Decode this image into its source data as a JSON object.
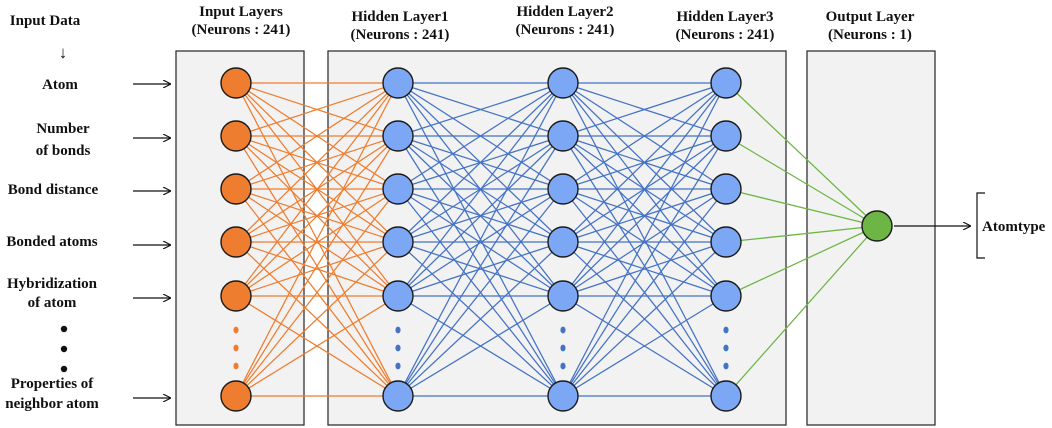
{
  "input_data_label": "Input Data",
  "inputs": [
    {
      "lines": [
        "Atom"
      ]
    },
    {
      "lines": [
        "Number",
        "of bonds"
      ]
    },
    {
      "lines": [
        "Bond distance"
      ]
    },
    {
      "lines": [
        "Bonded atoms"
      ]
    },
    {
      "lines": [
        "Hybridization",
        "of atom"
      ]
    },
    {
      "lines": [
        "Properties of",
        "neighbor atom"
      ]
    }
  ],
  "layers": [
    {
      "title": "Input Layers",
      "neurons": "(Neurons : 241)"
    },
    {
      "title": "Hidden Layer1",
      "neurons": "(Neurons : 241)"
    },
    {
      "title": "Hidden Layer2",
      "neurons": "(Neurons : 241)"
    },
    {
      "title": "Hidden Layer3",
      "neurons": "(Neurons : 241)"
    },
    {
      "title": "Output Layer",
      "neurons": "(Neurons : 1)"
    }
  ],
  "output_label": "Atomtype",
  "colors": {
    "input_node": "#ef7d2f",
    "hidden_node": "#7ba7f5",
    "output_node": "#6db544",
    "input_edge": "#ef7d2f",
    "hidden_edge": "#4472c4",
    "output_edge": "#6db544",
    "panel_fill": "#f2f2f2",
    "panel_stroke": "#333333"
  }
}
